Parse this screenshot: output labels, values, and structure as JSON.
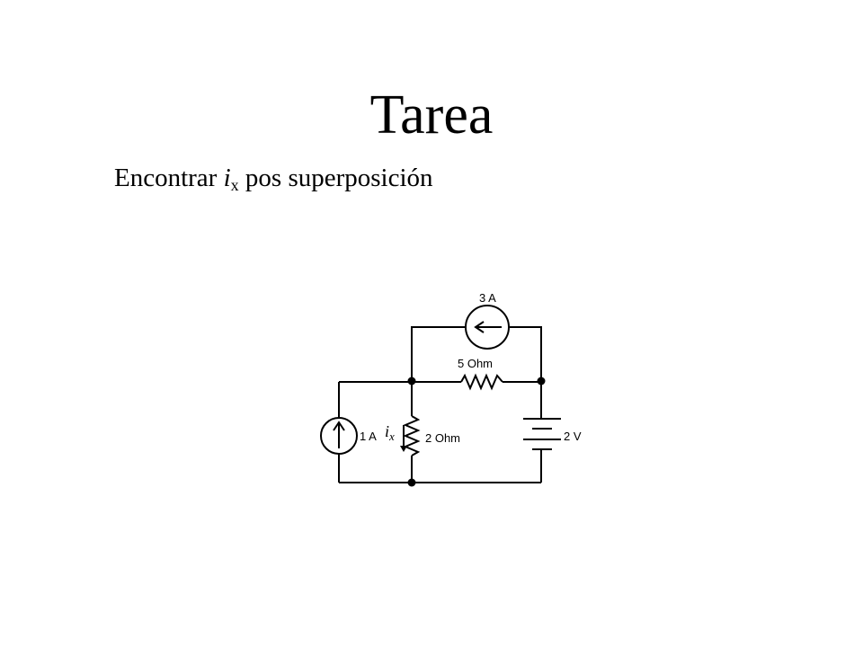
{
  "slide": {
    "title": "Tarea",
    "instruction": {
      "before": "Encontrar ",
      "var_main": "i",
      "var_sub": "x",
      "after": " pos superposición"
    }
  },
  "circuit": {
    "top_source_label": "3 A",
    "top_resistor_label": "5  Ohm",
    "left_source_label": "1 A",
    "middle_resistor_label": "2  Ohm",
    "battery_label": "2 V",
    "current_var_main": "i",
    "current_var_sub": "x"
  }
}
